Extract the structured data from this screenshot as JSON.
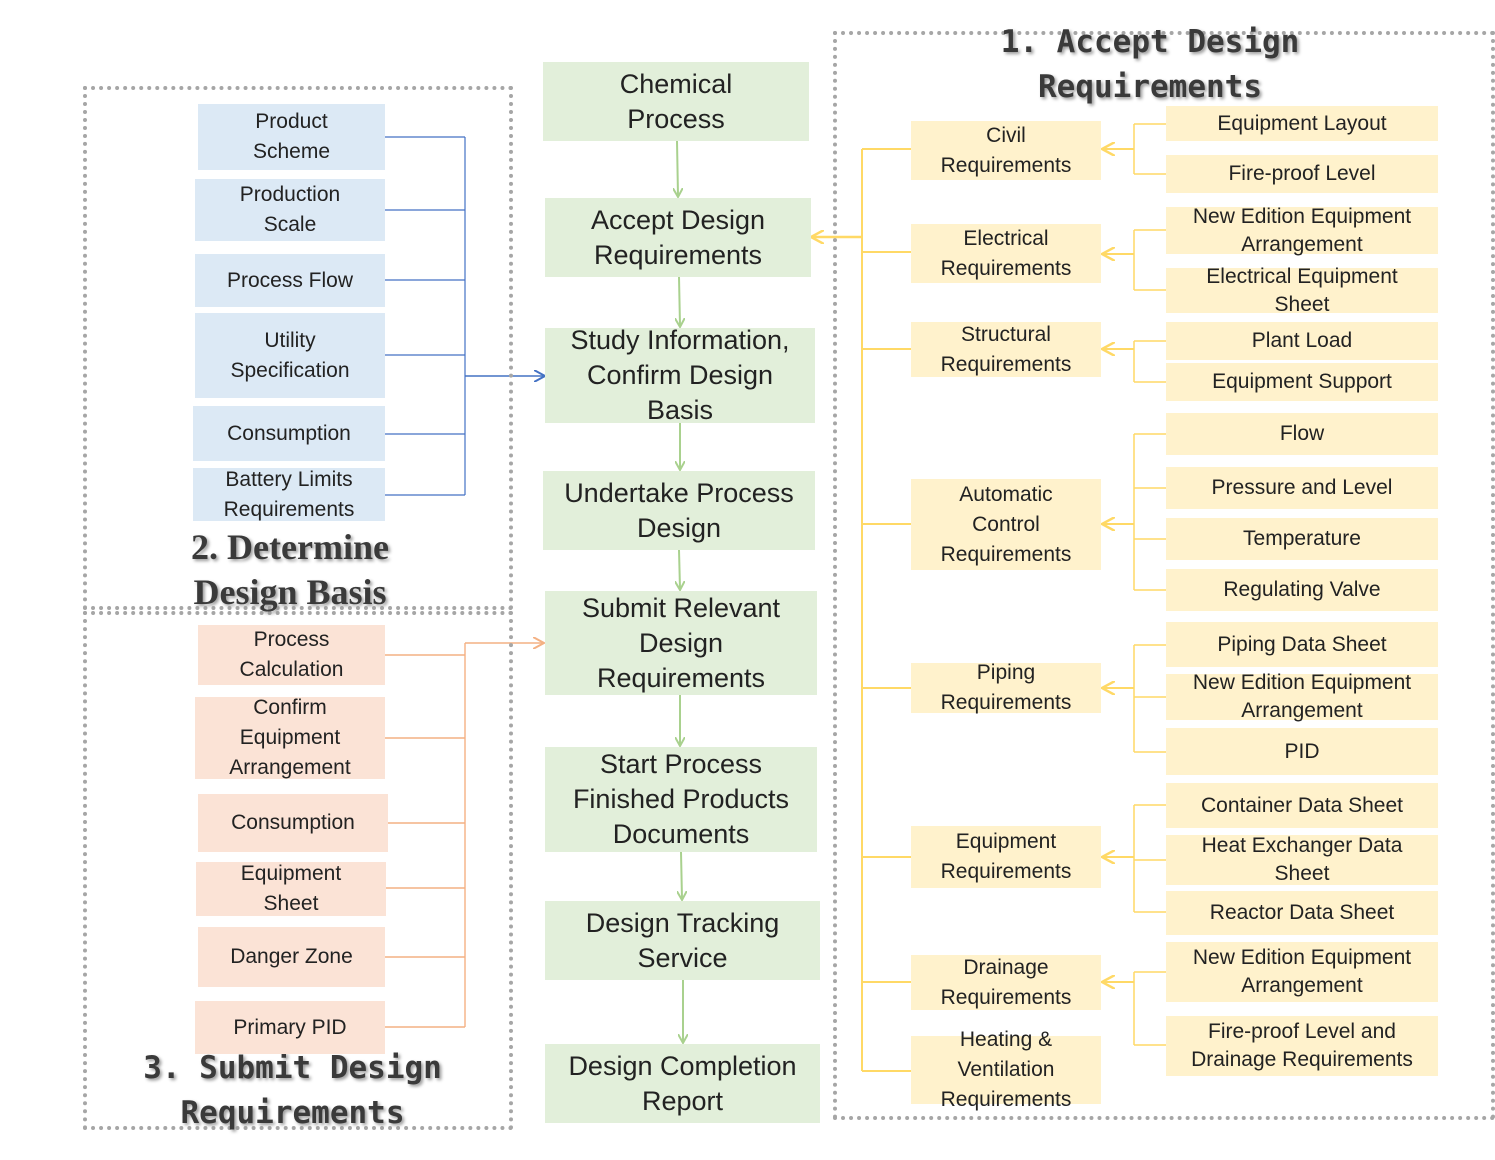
{
  "sections": {
    "accept": "1. Accept Design\nRequirements",
    "determine": "2. Determine\nDesign Basis",
    "submit": "3. Submit Design\nRequirements"
  },
  "main_flow": [
    "Chemical\nProcess",
    "Accept Design\nRequirements",
    "Study Information,\nConfirm Design\nBasis",
    "Undertake Process\nDesign",
    "Submit Relevant\nDesign\nRequirements",
    "Start Process\nFinished Products\nDocuments",
    "Design Tracking\nService",
    "Design Completion\nReport"
  ],
  "design_basis": [
    "Product\nScheme",
    "Production\nScale",
    "Process Flow",
    "Utility\nSpecification",
    "Consumption",
    "Battery Limits\nRequirements"
  ],
  "submit_items": [
    "Process\nCalculation",
    "Confirm\nEquipment\nArrangement",
    "Consumption",
    "Equipment\nSheet",
    "Danger Zone",
    "Primary PID"
  ],
  "requirement_groups": [
    {
      "name": "Civil\nRequirements",
      "items": [
        "Equipment Layout",
        "Fire-proof Level"
      ]
    },
    {
      "name": "Electrical\nRequirements",
      "items": [
        "New Edition Equipment\nArrangement",
        "Electrical Equipment\nSheet"
      ]
    },
    {
      "name": "Structural\nRequirements",
      "items": [
        "Plant Load",
        "Equipment Support"
      ]
    },
    {
      "name": "Automatic\nControl\nRequirements",
      "items": [
        "Flow",
        "Pressure and Level",
        "Temperature",
        "Regulating Valve"
      ]
    },
    {
      "name": "Piping\nRequirements",
      "items": [
        "Piping Data Sheet",
        "New Edition Equipment\nArrangement",
        "PID"
      ]
    },
    {
      "name": "Equipment\nRequirements",
      "items": [
        "Container Data Sheet",
        "Heat Exchanger Data\nSheet",
        "Reactor Data Sheet"
      ]
    },
    {
      "name": "Drainage\nRequirements",
      "items": [
        "New Edition Equipment\nArrangement",
        "Fire-proof Level and\nDrainage Requirements"
      ]
    },
    {
      "name": "Heating &\nVentilation\nRequirements",
      "items": []
    }
  ],
  "colors": {
    "main_box": "#e2efda",
    "main_arrow": "#a9d18e",
    "basis_box": "#dce9f5",
    "basis_line": "#4472c4",
    "submit_box": "#fbe3d6",
    "submit_line": "#f4b183",
    "req_box": "#fff2cc",
    "req_line": "#ffd966",
    "region_border": "#a6a6a6"
  }
}
